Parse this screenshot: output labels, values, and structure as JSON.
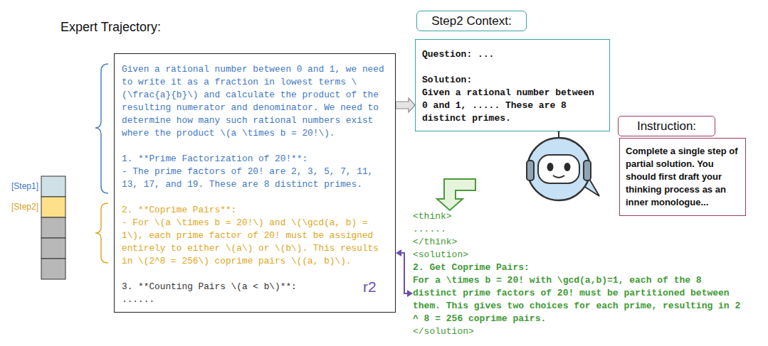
{
  "diagram": {
    "title": "Expert Trajectory:",
    "nodes": [
      {
        "text": [
          "Given a rational number between 0 and 1, we need to write it as a fraction in lowest terms \\(\\frac{a}{b}\\) and calculate the product of the resulting numerator and denominator. We need to determine how many such rational numbers exist where the product \\(a \\times b = 20!\\).",
          "1. **Prime Factorization of 20!**:",
          "- The prime factors of 20! are 2, 3, 5, 7, 11, 13, 17, and 19. These are 8 distinct primes.",
          "2. **Coprime Pairs**:",
          "- For \\(a \\times b = 20!\\) and \\(\\gcd(a, b) = 1\\), each prime factor of 20! must be assigned entirely to either \\(a\\) or \\(b\\). This results in \\(2^8 = 256\\) coprime pairs \\((a, b)\\).",
          "3. **Counting Pairs \\(a < b\\)**:",
          "......"
        ]
      },
      {
        "text": [
          "Step2 Context:"
        ]
      },
      {
        "text": [
          "Question: ...",
          "Solution:",
          "Given a rational number between 0 and 1, ..... These are 8 distinct primes."
        ]
      },
      {
        "text": [
          "Instruction:"
        ]
      },
      {
        "text": [
          "Complete a single step of partial solution. You should first draft your thinking process as an inner monologue..."
        ]
      },
      {
        "text": [
          "<think>",
          "......",
          "</think>",
          "<solution>",
          "2. Get Coprime Pairs:",
          "For a \\times b = 20! with \\gcd(a,b)=1, each of the 8 distinct prime factors of 20! must be partitioned between them. This gives two choices for each prime, resulting in 2 ^ 8 = 256 coprime pairs.",
          "</solution>"
        ]
      }
    ],
    "edges": [
      {
        "from": 0,
        "to": 2,
        "arrow": "to"
      },
      {
        "from": 0,
        "to": 5,
        "arrow": "both",
        "label": "r2"
      }
    ],
    "labels": [
      "[Step1]",
      "[Step2]"
    ]
  }
}
